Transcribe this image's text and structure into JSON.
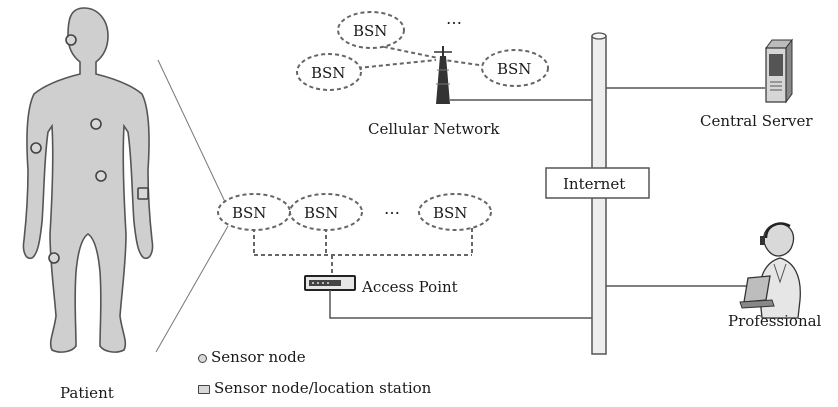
{
  "patient": {
    "label": "Patient"
  },
  "cellular": {
    "label": "Cellular Network",
    "bsn_labels": [
      "BSN",
      "BSN",
      "BSN"
    ],
    "ellipsis": "…"
  },
  "access_point": {
    "label": "Access Point",
    "bsn_labels": [
      "BSN",
      "BSN",
      "BSN"
    ],
    "ellipsis": "…"
  },
  "internet": {
    "label": "Internet"
  },
  "central_server": {
    "label": "Central Server"
  },
  "professional": {
    "label": "Professional"
  },
  "legend": {
    "sensor_node": "Sensor node",
    "sensor_location": "Sensor node/location station"
  },
  "colors": {
    "body_fill": "#cfcfcf",
    "outline": "#555555",
    "dash": "#666666",
    "backbone_fill": "#eeeeee"
  },
  "icons": [
    "person-silhouette-icon",
    "cell-tower-icon",
    "access-point-icon",
    "server-icon",
    "professional-icon",
    "sensor-node-icon",
    "location-station-icon"
  ]
}
